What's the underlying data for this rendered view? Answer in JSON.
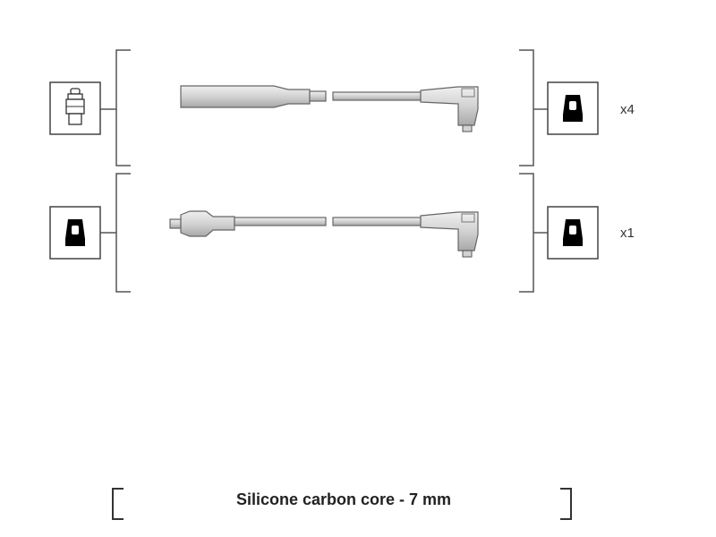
{
  "colors": {
    "line": "#555555",
    "cable_fill": "#d6d6d6",
    "cable_stroke": "#666666",
    "connector_fill": "#000000"
  },
  "rows": [
    {
      "left_connector_icon": "spark-plug-connector-icon",
      "right_connector_icon": "coil-connector-icon",
      "quantity": "x4"
    },
    {
      "left_connector_icon": "coil-connector-icon",
      "right_connector_icon": "coil-connector-icon",
      "quantity": "x1"
    }
  ],
  "caption": "Silicone carbon core - 7 mm"
}
